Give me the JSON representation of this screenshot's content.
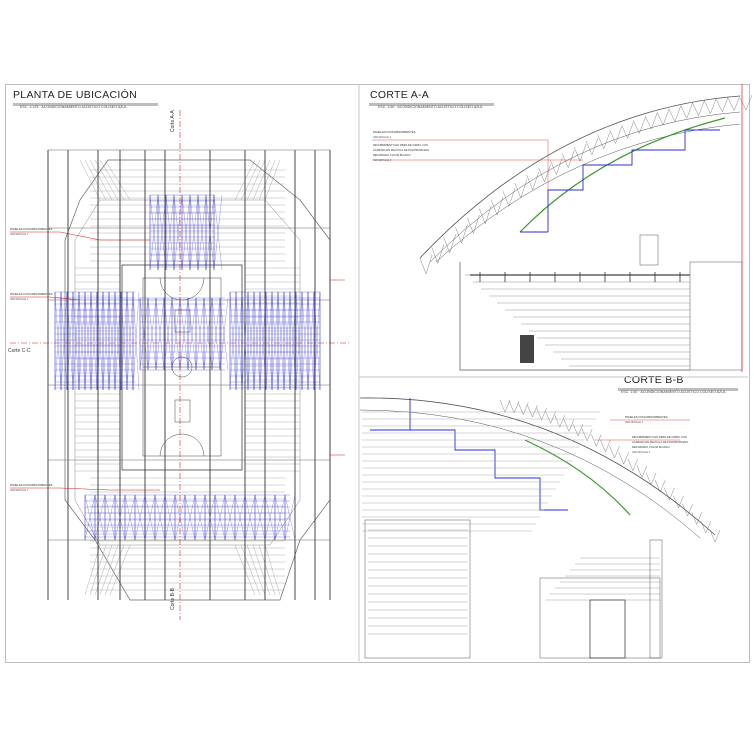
{
  "panels": {
    "plan": {
      "title": "PLANTA DE UBICACIÓN",
      "subtitle": "ESC. 1:125 · ACONDICIONAMIENTO ACÚSTICO COLISEO AZUL",
      "cuts": {
        "a": "Corte A-A",
        "b": "Corte B-B",
        "c": "Corte C-C"
      },
      "notes": [
        "PANELES FONOABSORBENTES",
        "PANELES FONOABSORBENTES",
        "PANELES FONOABSORBENTES"
      ],
      "note_refs": [
        "VER DETALLE 1",
        "VER DETALLE 1",
        "VER DETALLE 1"
      ]
    },
    "section_a": {
      "title": "CORTE A-A",
      "subtitle": "ESC. 1:50 · ACONDICIONAMIENTO ACÚSTICO COLISEO AZUL",
      "notes": [
        "PANELES FONOABSORBENTES",
        "VER DETALLE 1",
        "RECUBRIMIENTO EN FIBRA DE VIDRIO CON",
        "ACABADO EN PELÍCULA DE POLIPROPILENO",
        "REFORZADO COLOR BLANCO",
        "VER DETALLE 2"
      ]
    },
    "section_b": {
      "title": "CORTE B-B",
      "subtitle": "ESC. 1:50 · ACONDICIONAMIENTO ACÚSTICO COLISEO AZUL",
      "notes": [
        "PANELES FONOABSORBENTES",
        "VER DETALLE 1",
        "RECUBRIMIENTO EN FIBRA DE VIDRIO CON",
        "ACABADO EN PELÍCULA DE POLIPROPILENO",
        "REFORZADO COLOR BLANCO",
        "VER DETALLE 2"
      ]
    }
  },
  "colors": {
    "panels": "#2b2bd9",
    "membrane": "#3a9a2a",
    "leader": "#d22020",
    "linework": "#555555"
  }
}
